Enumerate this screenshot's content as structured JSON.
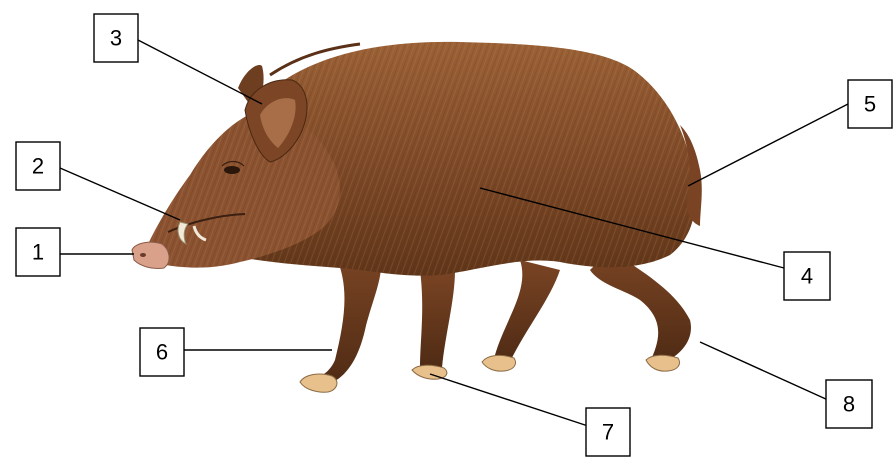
{
  "labels": [
    {
      "id": "label-1",
      "text": "1",
      "part": "snout"
    },
    {
      "id": "label-2",
      "text": "2",
      "part": "tusk"
    },
    {
      "id": "label-3",
      "text": "3",
      "part": "ear"
    },
    {
      "id": "label-4",
      "text": "4",
      "part": "body"
    },
    {
      "id": "label-5",
      "text": "5",
      "part": "tail"
    },
    {
      "id": "label-6",
      "text": "6",
      "part": "front-leg"
    },
    {
      "id": "label-7",
      "text": "7",
      "part": "hoof"
    },
    {
      "id": "label-8",
      "text": "8",
      "part": "hind-leg"
    }
  ],
  "colors": {
    "fur_dark": "#6b3d22",
    "fur_mid": "#8e5632",
    "fur_light": "#b07a4c",
    "snout": "#d9a08a",
    "hoof": "#e8c08c",
    "tusk": "#f2ead8"
  }
}
